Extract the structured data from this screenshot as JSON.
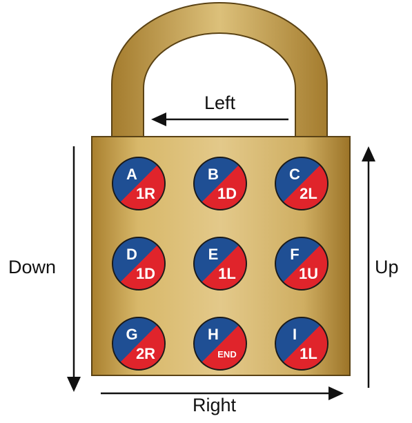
{
  "directions": {
    "left": "Left",
    "down": "Down",
    "up": "Up",
    "right": "Right"
  },
  "buttons": [
    {
      "letter": "A",
      "move": "1R"
    },
    {
      "letter": "B",
      "move": "1D"
    },
    {
      "letter": "C",
      "move": "2L"
    },
    {
      "letter": "D",
      "move": "1D"
    },
    {
      "letter": "E",
      "move": "1L"
    },
    {
      "letter": "F",
      "move": "1U"
    },
    {
      "letter": "G",
      "move": "2R"
    },
    {
      "letter": "H",
      "move": "END"
    },
    {
      "letter": "I",
      "move": "1L"
    }
  ],
  "colors": {
    "button_top": "#1f4f94",
    "button_bottom": "#e0242b",
    "lock_body": "#c9a24f",
    "shackle": "#c8a24a",
    "arrow": "#111111"
  }
}
